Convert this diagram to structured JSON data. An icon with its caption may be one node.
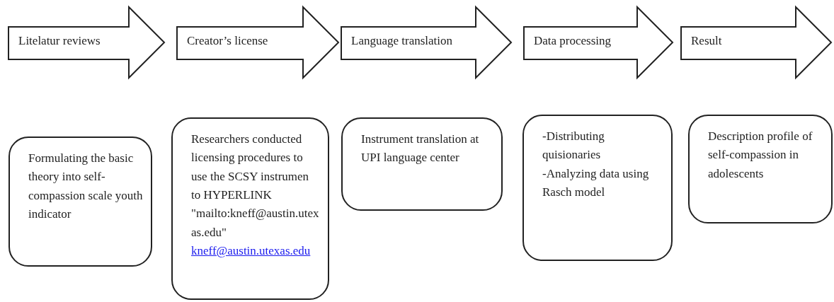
{
  "diagram": {
    "nodes": [
      {
        "text": [
          "Litelatur reviews"
        ]
      },
      {
        "text": [
          "Creator’s license"
        ]
      },
      {
        "text": [
          "Language translation"
        ]
      },
      {
        "text": [
          "Data processing"
        ]
      },
      {
        "text": [
          "Result"
        ]
      },
      {
        "text": [
          "Formulating the basic theory into self-compassion scale youth indicator"
        ]
      },
      {
        "text": [
          "Researchers conducted licensing procedures to use the SCSY instrumen to HYPERLINK \"mailto:kneff@austin.utexas.edu\"",
          "kneff@austin.utexas.edu"
        ]
      },
      {
        "text": [
          "Instrument translation at UPI language center"
        ]
      },
      {
        "text": [
          "-Distributing quisionaries",
          "-Analyzing data using Rasch model"
        ]
      },
      {
        "text": [
          "Description profile of self-compassion in adolescents"
        ]
      }
    ]
  }
}
